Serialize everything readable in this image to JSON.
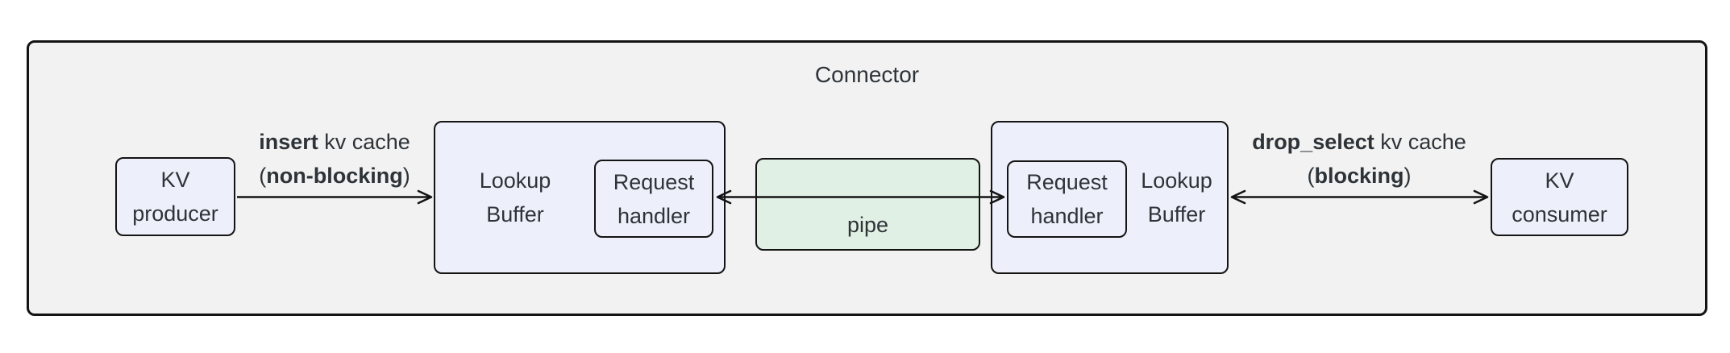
{
  "diagram": {
    "title": "Connector",
    "nodes": {
      "kv_producer": {
        "label": "KV producer"
      },
      "lookup_buffer_left": {
        "label": "Lookup Buffer"
      },
      "request_handler_left": {
        "label": "Request handler"
      },
      "pipe": {
        "label": "pipe"
      },
      "request_handler_right": {
        "label": "Request handler"
      },
      "lookup_buffer_right": {
        "label": "Lookup Buffer"
      },
      "kv_consumer": {
        "label": "KV consumer"
      }
    },
    "edges": {
      "insert": {
        "bold": "insert",
        "rest": " kv cache",
        "paren_open": "(",
        "paren_bold": "non-blocking",
        "paren_close": ")"
      },
      "drop_select": {
        "bold": "drop_select",
        "rest": " kv cache",
        "paren_open": "(",
        "paren_bold": "blocking",
        "paren_close": ")"
      }
    },
    "colors": {
      "container_fill": "#f2f2f2",
      "node_fill": "#edf0fa",
      "pipe_fill": "#e1f0e4",
      "border": "#141414",
      "text": "#2e3338"
    }
  }
}
